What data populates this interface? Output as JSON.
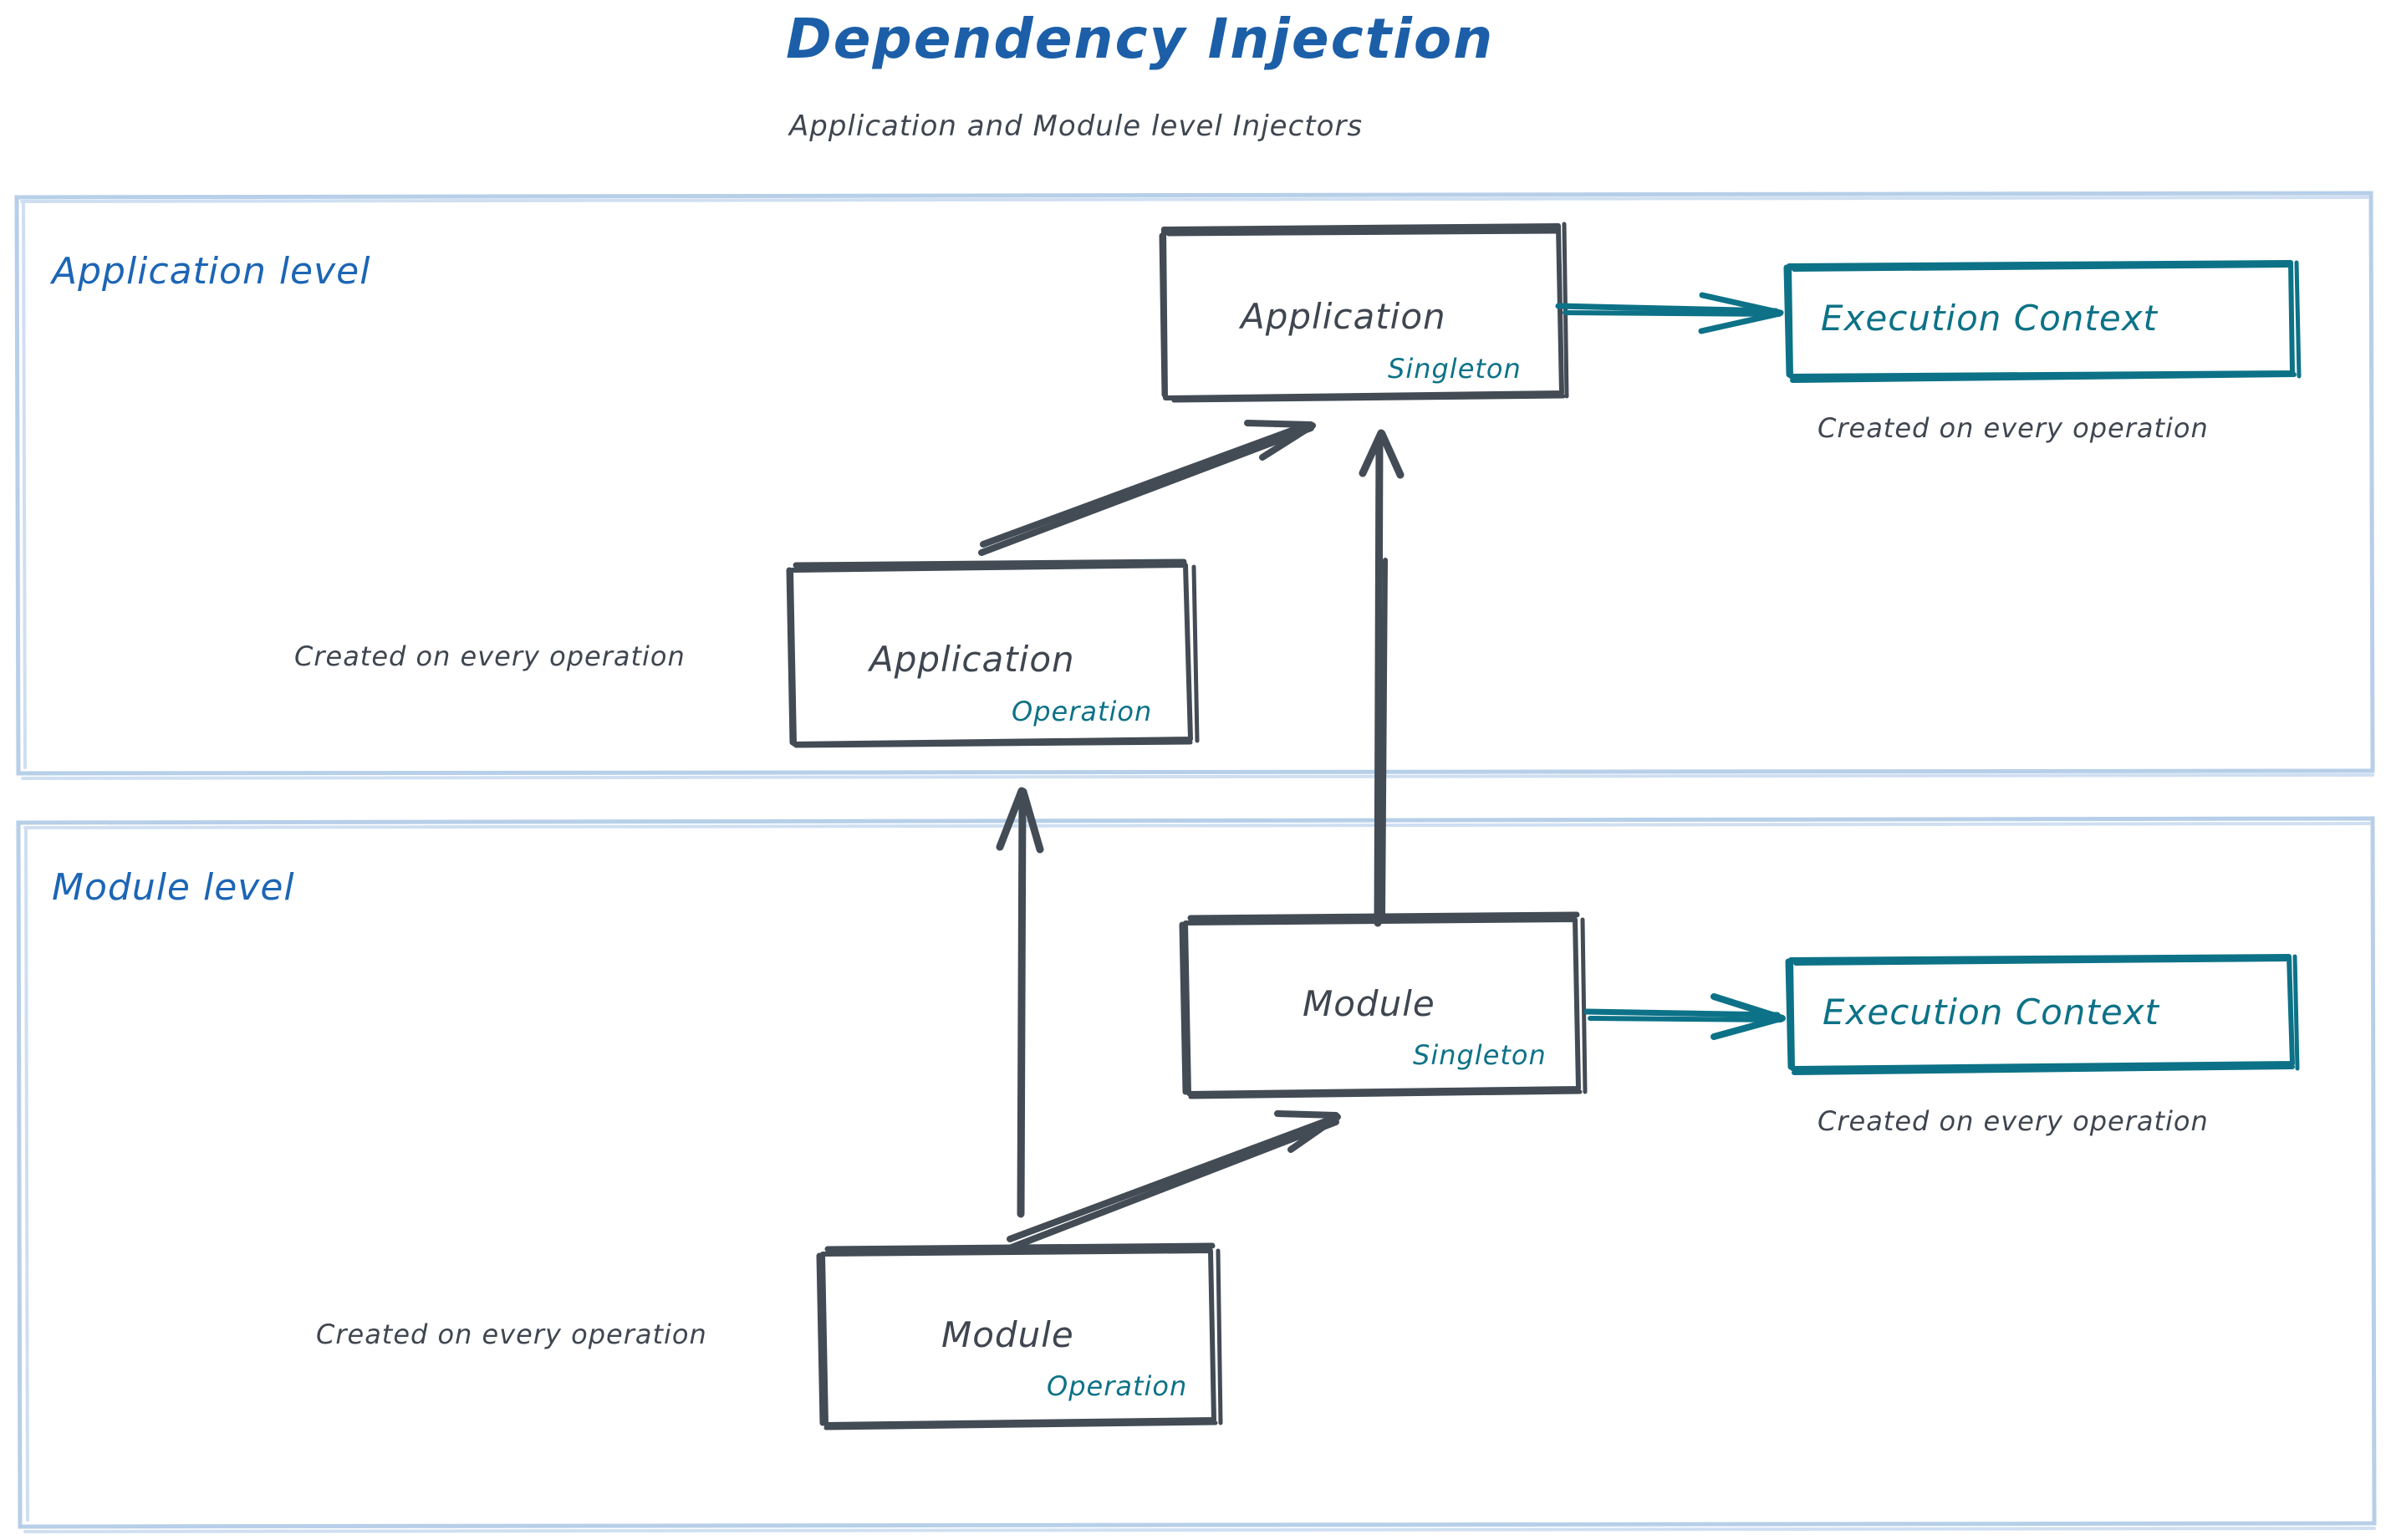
{
  "header": {
    "title": "Dependency Injection",
    "subtitle": "Application and Module level Injectors",
    "title_color": "#1c5fa8",
    "subtitle_color": "#3f4650"
  },
  "colors": {
    "lane_border": "#b7cfe8",
    "node_stroke": "#434b55",
    "node_text": "#3f4650",
    "scope_text": "#0d7287",
    "accent_teal": "#0d7287",
    "lane_label": "#1c65b5",
    "background": "#ffffff"
  },
  "lanes": [
    {
      "id": "application-level",
      "label": "Application level"
    },
    {
      "id": "module-level",
      "label": "Module level"
    }
  ],
  "nodes": {
    "application_singleton": {
      "title": "Application",
      "scope": "Singleton"
    },
    "application_operation": {
      "title": "Application",
      "scope": "Operation"
    },
    "module_singleton": {
      "title": "Module",
      "scope": "Singleton"
    },
    "module_operation": {
      "title": "Module",
      "scope": "Operation"
    },
    "execution_context_app": {
      "title": "Execution Context"
    },
    "execution_context_module": {
      "title": "Execution Context"
    }
  },
  "captions": {
    "exec_context_app": "Created on every operation",
    "application_operation": "Created on every operation",
    "exec_context_module": "Created on every operation",
    "module_operation": "Created on every operation"
  },
  "edges": [
    {
      "id": "app-singleton-to-exec-context",
      "from": "application_singleton",
      "to": "execution_context_app",
      "color": "#0d7287",
      "style": "solid-arrow"
    },
    {
      "id": "app-operation-to-app-singleton",
      "from": "application_operation",
      "to": "application_singleton",
      "color": "#434b55",
      "style": "solid-arrow"
    },
    {
      "id": "module-singleton-to-app-singleton",
      "from": "module_singleton",
      "to": "application_singleton",
      "color": "#434b55",
      "style": "solid-arrow"
    },
    {
      "id": "module-operation-to-application-level",
      "from": "module_operation",
      "to": "application_level_lane",
      "color": "#434b55",
      "style": "solid-arrow"
    },
    {
      "id": "module-operation-to-module-singleton",
      "from": "module_operation",
      "to": "module_singleton",
      "color": "#434b55",
      "style": "solid-arrow"
    },
    {
      "id": "module-singleton-to-exec-context",
      "from": "module_singleton",
      "to": "execution_context_module",
      "color": "#0d7287",
      "style": "solid-arrow"
    }
  ]
}
